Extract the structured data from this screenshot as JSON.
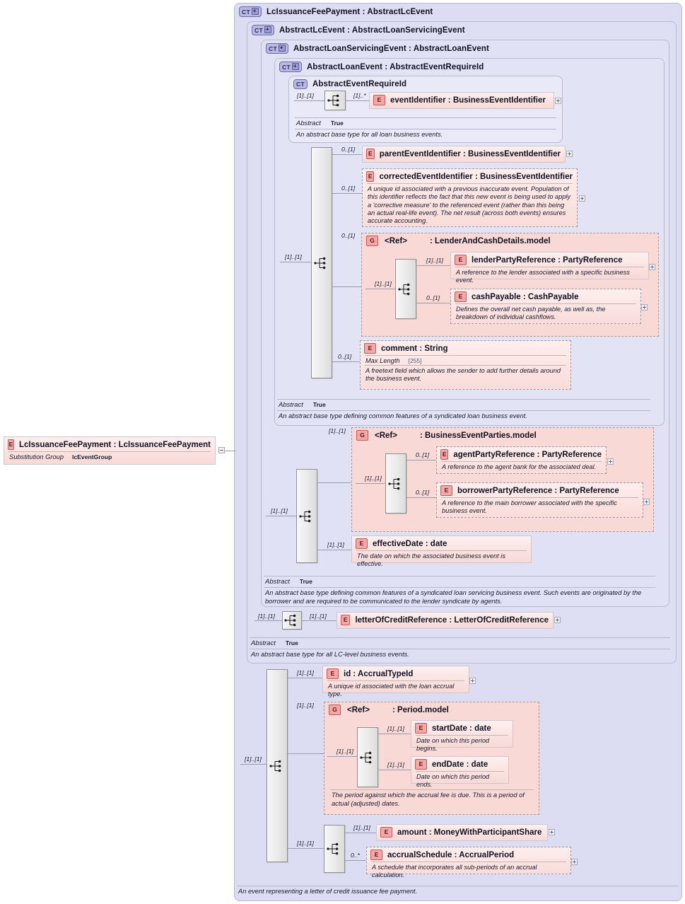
{
  "diagram": {
    "kind": "xsd-schema-diagram",
    "root_element": {
      "badge": "E",
      "title": "LcIssuanceFeePayment : LcIssuanceFeePayment",
      "facet_key": "Substitution Group",
      "facet_value": "lcEventGroup",
      "expander": "minus-box"
    },
    "containers": [
      {
        "badge": "CT+",
        "title": "LcIssuanceFeePayment : AbstractLcEvent"
      },
      {
        "badge": "CT+",
        "title": "AbstractLcEvent : AbstractLoanServicingEvent"
      },
      {
        "badge": "CT+",
        "title": "AbstractLoanServicingEvent : AbstractLoanEvent"
      },
      {
        "badge": "CT+",
        "title": "AbstractLoanEvent : AbstractEventRequireId"
      },
      {
        "badge": "CT",
        "title": "AbstractEventRequireId"
      }
    ],
    "abstract_label": "Abstract",
    "abstract_value": "True",
    "docs": {
      "event_require_id": "An abstract base type for all loan business events.",
      "loan_event": "An abstract base type defining common features of a syndicated loan business event.",
      "loan_servicing_event": "An abstract base type defining common features of a syndicated loan servicing business event. Such events are originated by the borrower and are required to be communicated to the lender syndicate by agents.",
      "lc_event": "An abstract base type for all LC-level business events.",
      "root": "An event representing a letter of credit issuance fee payment."
    },
    "elements": {
      "eventIdentifier": {
        "badge": "E",
        "title": "eventIdentifier : BusinessEventIdentifier",
        "card": "[1]..*"
      },
      "parentEventIdentifier": {
        "badge": "E",
        "title": "parentEventIdentifier : BusinessEventIdentifier",
        "card": "0..[1]"
      },
      "correctedEventIdentifier": {
        "badge": "E",
        "title": "correctedEventIdentifier : BusinessEventIdentifier",
        "card": "0..[1]",
        "doc": "A unique id associated with a previous inaccurate event. Population of this identifier reflects the fact that this new event is being used to apply a 'corrective measure' to the referenced event (rather than this being an actual real-life event). The net result (across both events) ensures accurate accounting."
      },
      "lenderAndCashDetails": {
        "badge": "G",
        "ref": "<Ref>",
        "title": ": LenderAndCashDetails.model",
        "card": "0..[1]"
      },
      "lenderPartyReference": {
        "badge": "E",
        "title": "lenderPartyReference : PartyReference",
        "card": "[1]..[1]",
        "doc": "A reference to the lender associated with a specific business event."
      },
      "cashPayable": {
        "badge": "E",
        "title": "cashPayable : CashPayable",
        "card": "0..[1]",
        "doc": "Defines the overall net cash payable, as well as, the breakdown of individual cashflows."
      },
      "comment": {
        "badge": "E",
        "title": "comment : String",
        "card": "0..[1]",
        "facet_key": "Max Length",
        "facet_value": "[255]",
        "doc": "A freetext field which allows the sender to add further details around the business event."
      },
      "businessEventParties": {
        "badge": "G",
        "ref": "<Ref>",
        "title": ": BusinessEventParties.model",
        "card": "[1]..[1]"
      },
      "agentPartyReference": {
        "badge": "E",
        "title": "agentPartyReference : PartyReference",
        "card": "0..[1]",
        "doc": "A reference to the agent bank for the associated deal."
      },
      "borrowerPartyReference": {
        "badge": "E",
        "title": "borrowerPartyReference : PartyReference",
        "card": "0..[1]",
        "doc": "A reference to the main borrower associated with the specific business event."
      },
      "effectiveDate": {
        "badge": "E",
        "title": "effectiveDate : date",
        "card": "[1]..[1]",
        "doc": "The date on which the associated business event is effective."
      },
      "letterOfCreditReference": {
        "badge": "E",
        "title": "letterOfCreditReference : LetterOfCreditReference",
        "card": "[1]..[1]"
      },
      "id": {
        "badge": "E",
        "title": "id          : AccrualTypeId",
        "card": "[1]..[1]",
        "doc": "A unique id associated with the loan accrual type."
      },
      "periodModel": {
        "badge": "G",
        "ref": "<Ref>",
        "title": ": Period.model",
        "card": "[1]..[1]",
        "doc": "The period against which the accrual fee is due. This is a period of actual (adjusted) dates."
      },
      "startDate": {
        "badge": "E",
        "title": "startDate : date",
        "card": "[1]..[1]",
        "doc": "Date on which this period begins."
      },
      "endDate": {
        "badge": "E",
        "title": "endDate  : date",
        "card": "[1]..[1]",
        "doc": "Date on which this period ends."
      },
      "amount": {
        "badge": "E",
        "title": "amount   : MoneyWithParticipantShare",
        "card": "[1]..[1]"
      },
      "accrualSchedule": {
        "badge": "E",
        "title": "accrualSchedule : AccrualPeriod",
        "card": "0..*",
        "doc": "A schedule that incorporates all sub-periods of an accrual calculation."
      }
    },
    "sequence_cards": {
      "requireid_in": "[1]..[1]",
      "loanevent_in": "[1]..[1]",
      "lenderandcash_in": "[1]..[1]",
      "servicing_in": "[1]..[1]",
      "parties_in": "[1]..[1]",
      "lcevent_in": "[1]..[1]",
      "lcevent_out": "[1]..[1]",
      "root_in": "[1]..[1]",
      "period_in": "[1]..[1]",
      "amount_in": "[1]..[1]"
    },
    "colors": {
      "container_bg": "#dcdcf2",
      "element_bg": "#f8d9d6",
      "element_badge": "#f3a7a6",
      "ct_badge": "#b9b9e4",
      "line": "#9a9ab0",
      "page_bg": "#ffffff"
    }
  }
}
